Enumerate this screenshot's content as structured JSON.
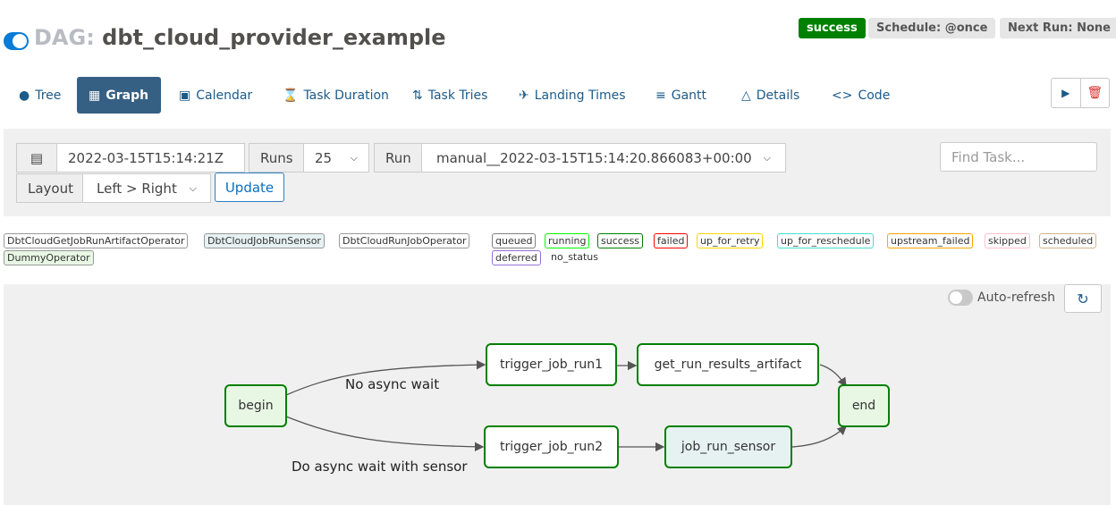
{
  "header": {
    "dag_prefix": "DAG:",
    "dag_name": "dbt_cloud_provider_example",
    "state_badge": "success",
    "schedule": "Schedule: @once",
    "next_run": "Next Run: None"
  },
  "nav": {
    "tree": "Tree",
    "graph": "Graph",
    "calendar": "Calendar",
    "task_duration": "Task Duration",
    "task_tries": "Task Tries",
    "landing_times": "Landing Times",
    "gantt": "Gantt",
    "details": "Details",
    "code": "Code"
  },
  "controls": {
    "execution_date": "2022-03-15T15:14:21Z",
    "runs_label": "Runs",
    "runs_value": "25",
    "run_label": "Run",
    "run_value": "manual__2022-03-15T15:14:20.866083+00:00",
    "layout_label": "Layout",
    "layout_value": "Left > Right",
    "update": "Update",
    "find_placeholder": "Find Task..."
  },
  "operator_legend": [
    "DbtCloudGetJobRunArtifactOperator",
    "DbtCloudJobRunSensor",
    "DbtCloudRunJobOperator",
    "DummyOperator"
  ],
  "state_legend": [
    {
      "label": "queued",
      "color": "#808080"
    },
    {
      "label": "running",
      "color": "#00ff00"
    },
    {
      "label": "success",
      "color": "#008000"
    },
    {
      "label": "failed",
      "color": "#ff0000"
    },
    {
      "label": "up_for_retry",
      "color": "#ffd700"
    },
    {
      "label": "up_for_reschedule",
      "color": "#40e0d0"
    },
    {
      "label": "upstream_failed",
      "color": "#ffa500"
    },
    {
      "label": "skipped",
      "color": "#ffc0cb"
    },
    {
      "label": "scheduled",
      "color": "#d2b48c"
    },
    {
      "label": "deferred",
      "color": "#9370db"
    },
    {
      "label": "no_status",
      "color": ""
    }
  ],
  "graph": {
    "auto_refresh": "Auto-refresh",
    "nodes": {
      "begin": "begin",
      "trigger1": "trigger_job_run1",
      "artifact": "get_run_results_artifact",
      "end": "end",
      "trigger2": "trigger_job_run2",
      "sensor": "job_run_sensor"
    },
    "edge_labels": {
      "no_async": "No async wait",
      "async": "Do async wait with sensor"
    }
  }
}
